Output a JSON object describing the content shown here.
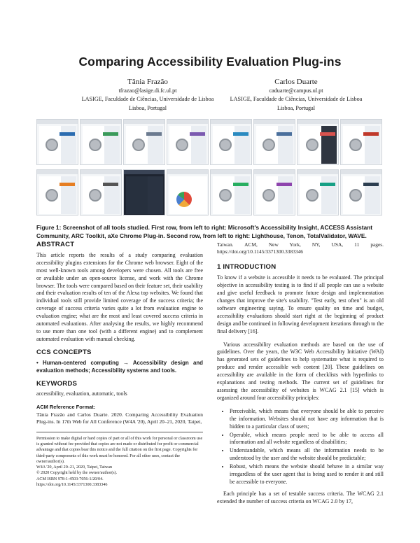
{
  "title": "Comparing Accessibility Evaluation Plug-ins",
  "authors": [
    {
      "name": "Tânia Frazão",
      "email": "tfrazao@lasige.di.fc.ul.pt",
      "affiliation": "LASIGE, Faculdade de Ciências, Universidade de Lisboa",
      "location": "Lisboa, Portugal"
    },
    {
      "name": "Carlos Duarte",
      "email": "caduarte@campus.ul.pt",
      "affiliation": "LASIGE, Faculdade de Ciências, Universidade de Lisboa",
      "location": "Lisboa, Portugal"
    }
  ],
  "figure_caption": "Figure 1: Screenshot of all tools studied. First row, from left to right: Microsoft's Accessibility Insight, ACCESS Assistant Community, ARC Toolkit, aXe Chrome Plug-in. Second row, from left to right: Lighthouse, Tenon, TotalValidator, WAVE.",
  "abstract": {
    "heading": "ABSTRACT",
    "text": "This article reports the results of a study comparing evaluation accessibility plugins extensions for the Chrome web browser. Eight of the most well-known tools among developers were chosen. All tools are free or available under an open-source license, and work with the Chrome browser. The tools were compared based on their feature set, their usability and their evaluation results of ten of the Alexa top websites. We found that individual tools still provide limited coverage of the success criteria; the coverage of success criteria varies quite a lot from evaluation engine to evaluation engine; what are the most and least covered success criteria in automated evaluations. After analysing the results, we highly recommend to use more than one tool (with a different engine) and to complement automated evaluation with manual checking."
  },
  "ccs": {
    "heading": "CCS CONCEPTS",
    "text": "• Human-centered computing → Accessibility design and evaluation methods; Accessibility systems and tools."
  },
  "keywords": {
    "heading": "KEYWORDS",
    "text": "accessibility, evaluation, automatic, tools"
  },
  "reference_format": {
    "heading": "ACM Reference Format:",
    "text": "Tânia Frazão and Carlos Duarte. 2020. Comparing Accessibility Evaluation Plug-ins. In 17th Web for All Conference (W4A '20), April 20–21, 2020, Taipei,",
    "continued": "Taiwan. ACM, New York, NY, USA, 11 pages. https://doi.org/10.1145/3371300.3383346"
  },
  "permission": [
    "Permission to make digital or hard copies of part or all of this work for personal or classroom use is granted without fee provided that copies are not made or distributed for profit or commercial advantage and that copies bear this notice and the full citation on the first page. Copyrights for third-party components of this work must be honored. For all other uses, contact the owner/author(s).",
    "W4A '20, April 20–21, 2020, Taipei, Taiwan",
    "© 2020 Copyright held by the owner/author(s).",
    "ACM ISBN 978-1-4503-7056-1/20/04.",
    "https://doi.org/10.1145/3371300.3383346"
  ],
  "introduction": {
    "heading": "1 INTRODUCTION",
    "p1": "To know if a website is accessible it needs to be evaluated. The principal objective in accessibility testing is to find if all people can use a website and give useful feedback to promote future design and implementation changes that improve the site's usability. \"Test early, test often\" is an old software engineering saying. To ensure quality on time and budget, accessibility evaluations should start right at the beginning of product design and be continued in following development iterations through to the final delivery [16].",
    "p2": "Various accessibility evaluation methods are based on the use of guidelines. Over the years, the W3C Web Accessibility Initiative (WAI) has generated sets of guidelines to help systematize what is required to produce and render accessible web content [20]. These guidelines on accessibility are available in the form of checklists with hyperlinks to explanations and testing methods. The current set of guidelines for assessing the accessibility of websites is WCAG 2.1 [15] which is organized around four accessibility principles:",
    "bullets": [
      "Perceivable, which means that everyone should be able to perceive the information. Websites should not have any information that is hidden to a particular class of users;",
      "Operable, which means people need to be able to access all information and all website regardless of disabilities;",
      "Understandable, which means all the information needs to be understood by the user and the website should be predictable;",
      "Robust, which means the website should behave in a similar way irregardless of the user agent that is being used to render it and still be accessible to everyone."
    ],
    "p3": "Each principle has a set of testable success criteria. The WCAG 2.1 extended the number of success criteria on WCAG 2.0 by 17,"
  }
}
